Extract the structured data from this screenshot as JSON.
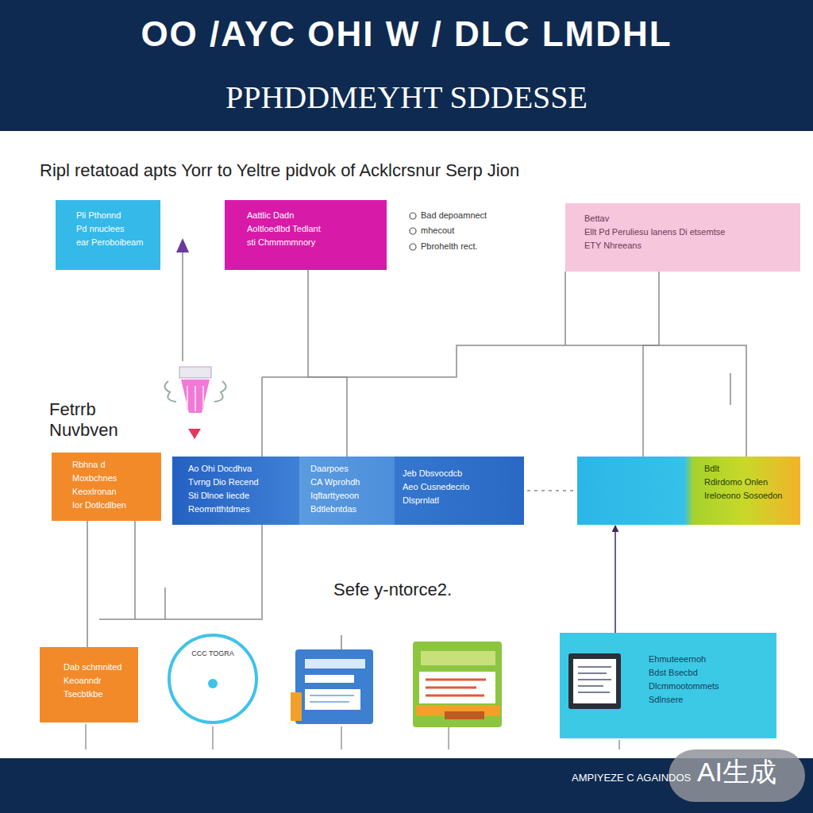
{
  "diagram": {
    "title": "OO /AYC OHI W / DLC LMDHL",
    "nodes": [
      {
        "text": [
          "Pli Pthonnd",
          "Pd nnuclees",
          "ear Peroboibeam"
        ]
      },
      {
        "text": [
          "Aattlic Dadn",
          "Aoltloedlbd Tedlant",
          "sti Chmmmmnory"
        ]
      },
      {
        "text": [
          "Bettav",
          "Ellt Pd Peruliesu lanens Di etsemtse",
          "ETY Nhreeans"
        ]
      },
      {
        "text": [
          "Rbhna d",
          "Moxbchnes",
          "Keoxlronan",
          "Ior Dotlcdlben"
        ]
      },
      {
        "text": [
          "Ao Ohi Docdhva",
          "Tvrng Dio Recend",
          "Sti Dlnoe Iiecde",
          "Reomntthtdmes"
        ]
      },
      {
        "text": [
          "Daarpoes",
          "CA Wprohdh",
          "Iqftarttyeoon",
          "Bdtlebntdas"
        ]
      },
      {
        "text": [
          "Jeb Dbsvocdcb",
          "Aeo Cusnedecrio",
          "Dlsprnlatl"
        ]
      },
      {
        "text": [
          "Bdlt",
          "Rdirdomo Onlen",
          "Ireloeono Sosoedon"
        ]
      },
      {
        "text": [
          "Dab schmnited",
          "Keoanndr",
          "Tsecbtkbe"
        ]
      },
      {
        "text": [
          "CCC TOGRA"
        ]
      },
      {
        "text": [
          "Ehmuteeernoh",
          "Bdst Bsecbd",
          "Dlcmmootommets",
          "Sdlnsere"
        ]
      }
    ],
    "edges": [
      {
        "from": 1,
        "to": 5,
        "arrow": "none"
      },
      {
        "from": 2,
        "to": 7,
        "arrow": "none"
      },
      {
        "from": 3,
        "to": 8,
        "arrow": "none"
      },
      {
        "from": 10,
        "to": 7,
        "arrow": "to"
      },
      {
        "from": 6,
        "to": 7,
        "arrow": "none"
      }
    ],
    "labels": [
      "PPHDDMEYHT SDDESSE",
      "Ripl retatoad apts Yorr to Yeltre pidvok of Acklcrsnur Serp Jion",
      "Bad depoamnect",
      "mhecout",
      "Pbrohelth rect.",
      "Fetrrb Nuvbven",
      "Sefe y-ntorce2.",
      "AMPIYEZE C AGAINDOS",
      "AI生成"
    ]
  }
}
